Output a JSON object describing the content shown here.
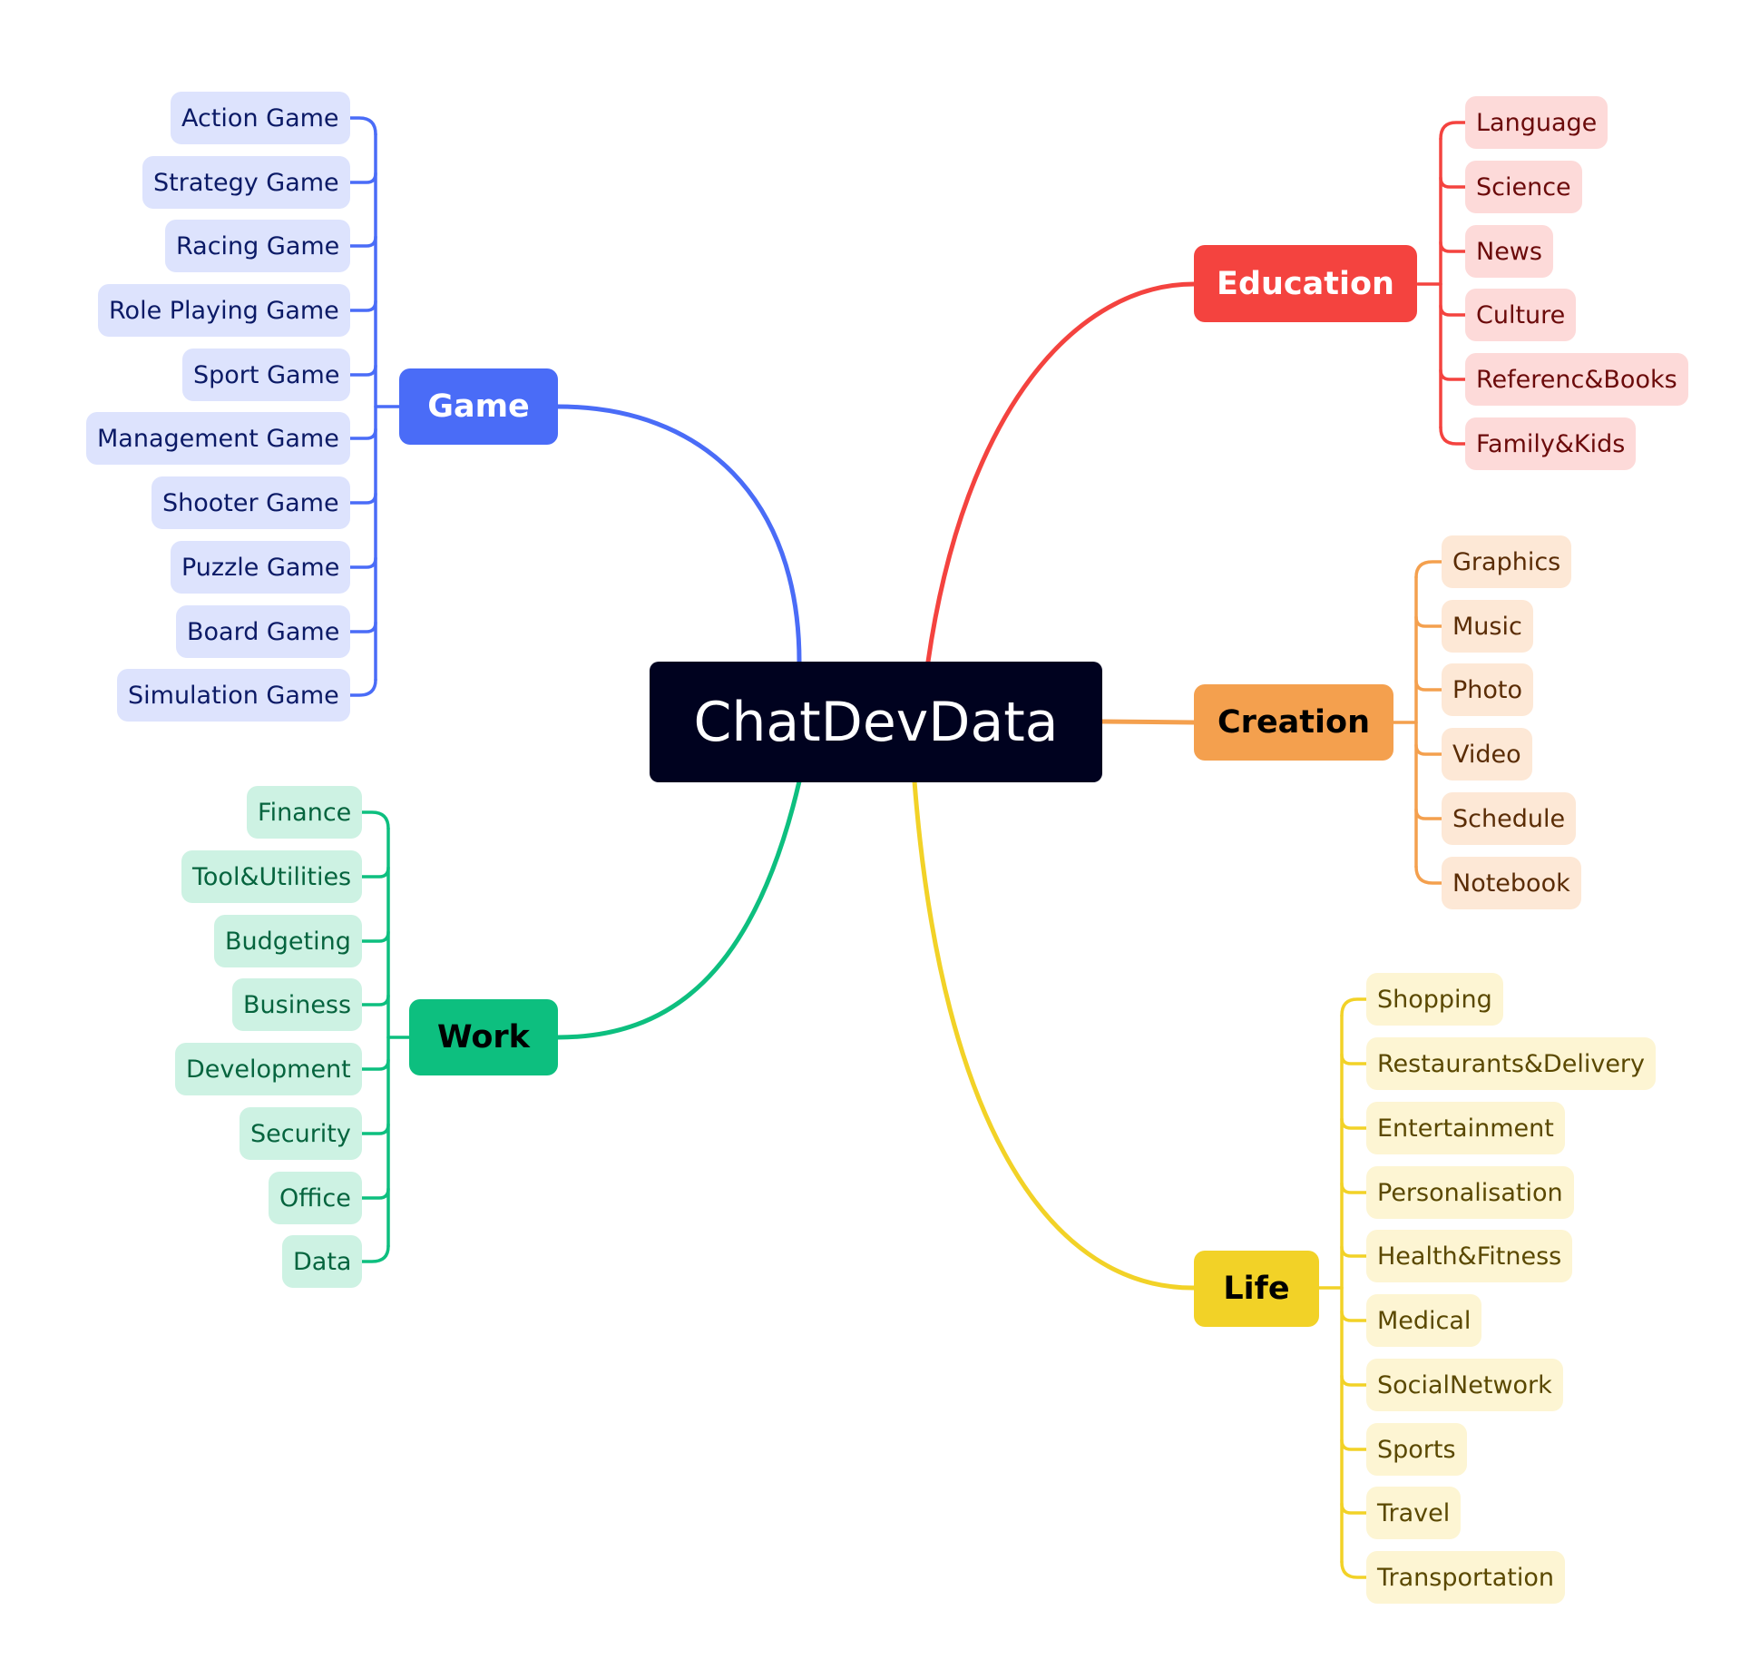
{
  "root": {
    "label": "ChatDevData",
    "bg": "#00021f",
    "color": "#ffffff"
  },
  "branches": [
    {
      "key": "game",
      "label": "Game",
      "line": "#4a6cf7",
      "bg": "#4a6cf7",
      "text": "#ffffff",
      "leaf_bg": "#dde3fd",
      "leaf_text": "#0b1a66",
      "leaves": [
        "Action Game",
        "Strategy Game",
        "Racing Game",
        "Role Playing Game",
        "Sport Game",
        "Management Game",
        "Shooter Game",
        "Puzzle Game",
        "Board Game",
        "Simulation Game"
      ]
    },
    {
      "key": "work",
      "label": "Work",
      "line": "#0dbf7f",
      "bg": "#0dbf7f",
      "text": "#000000",
      "leaf_bg": "#cdf2e3",
      "leaf_text": "#05643e",
      "leaves": [
        "Finance",
        "Tool&Utilities",
        "Budgeting",
        "Business",
        "Development",
        "Security",
        "Office",
        "Data"
      ]
    },
    {
      "key": "education",
      "label": "Education",
      "line": "#f4433f",
      "bg": "#f4433f",
      "text": "#ffffff",
      "leaf_bg": "#fddad9",
      "leaf_text": "#6b0a0a",
      "leaves": [
        "Language",
        "Science",
        "News",
        "Culture",
        "Referenc&Books",
        "Family&Kids"
      ]
    },
    {
      "key": "creation",
      "label": "Creation",
      "line": "#f4a04e",
      "bg": "#f4a04e",
      "text": "#000000",
      "leaf_bg": "#fde8d6",
      "leaf_text": "#5a2c05",
      "leaves": [
        "Graphics",
        "Music",
        "Photo",
        "Video",
        "Schedule",
        "Notebook"
      ]
    },
    {
      "key": "life",
      "label": "Life",
      "line": "#f2d227",
      "bg": "#f2d227",
      "text": "#000000",
      "leaf_bg": "#fdf5d3",
      "leaf_text": "#5a4800",
      "leaves": [
        "Shopping",
        "Restaurants&Delivery",
        "Entertainment",
        "Personalisation",
        "Health&Fitness",
        "Medical",
        "SocialNetwork",
        "Sports",
        "Travel",
        "Transportation"
      ]
    }
  ]
}
